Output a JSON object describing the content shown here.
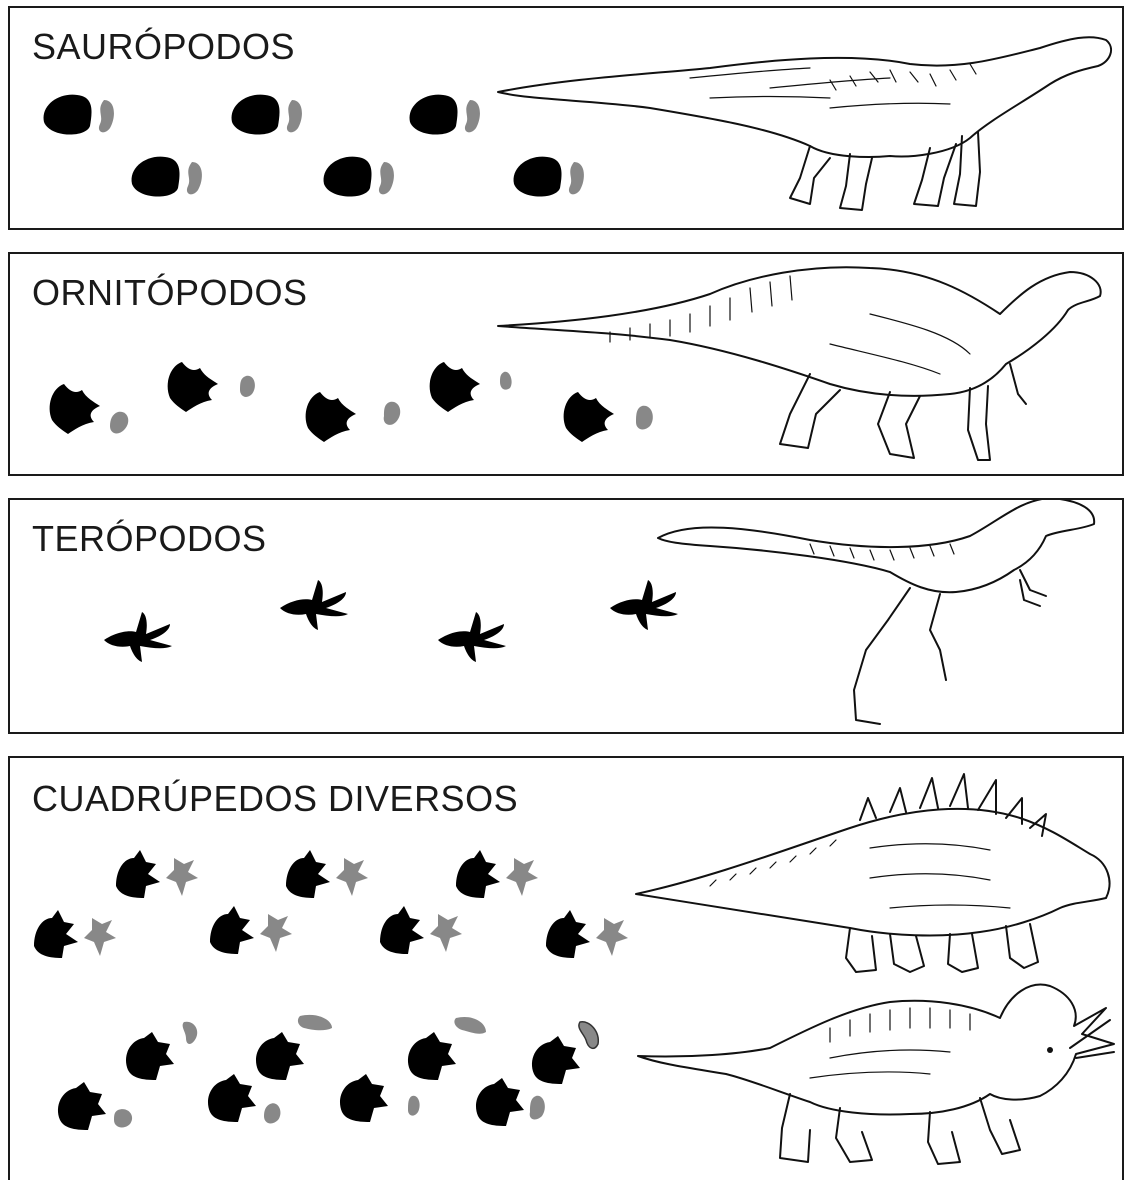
{
  "panels": [
    {
      "title": "SAURÓPODOS"
    },
    {
      "title": "ORNITÓPODOS"
    },
    {
      "title": "TERÓPODOS"
    },
    {
      "title": "CUADRÚPEDOS DIVERSOS"
    }
  ],
  "colors": {
    "print_main": "#000000",
    "print_secondary": "#888888",
    "line_art": "#111111"
  },
  "icons": [
    "sauropod-drawing",
    "ornithopod-drawing",
    "theropod-drawing",
    "stegosaur-drawing",
    "ceratopsian-drawing"
  ]
}
